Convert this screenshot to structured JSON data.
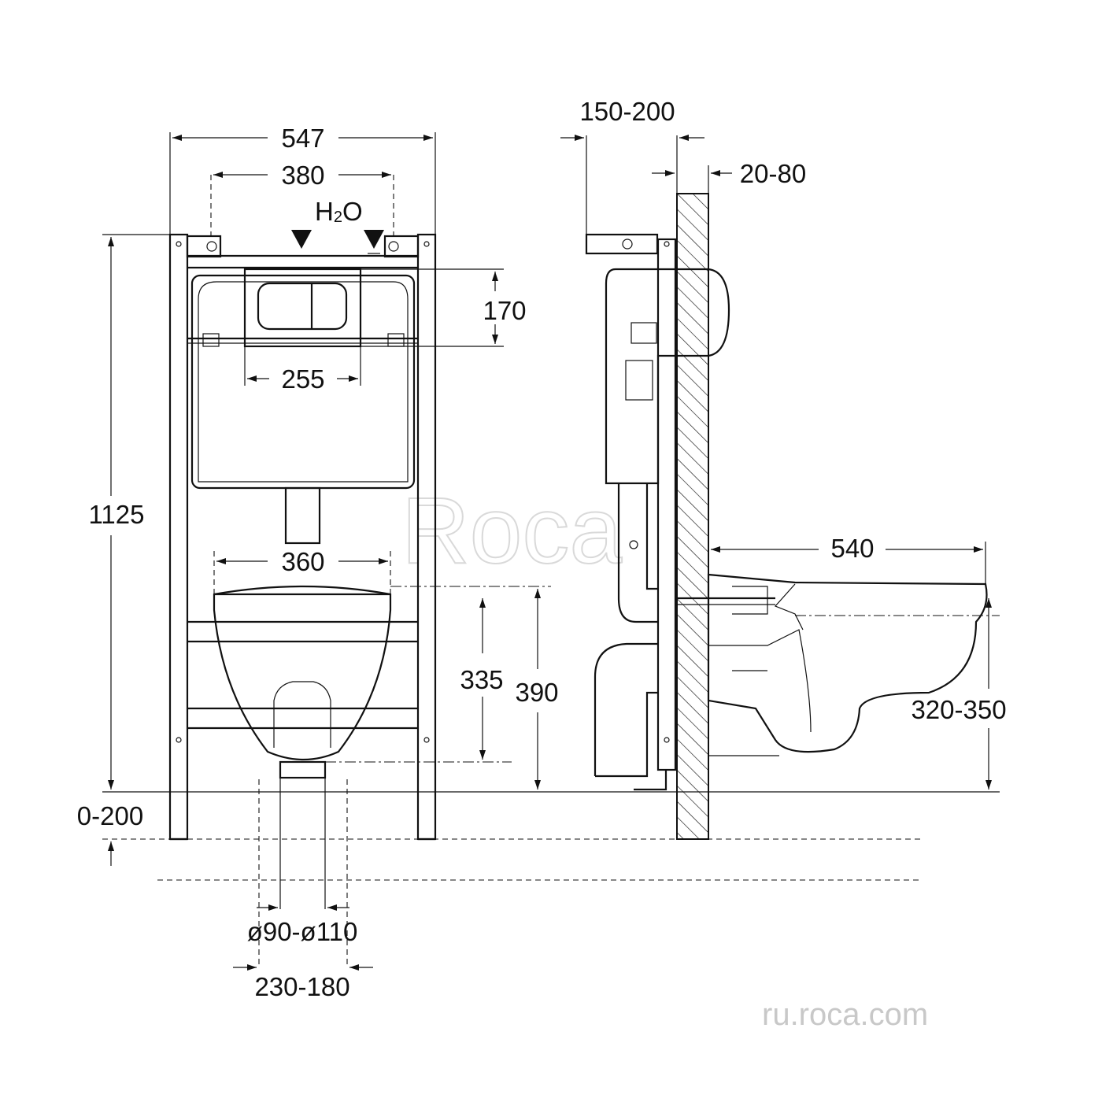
{
  "front_view": {
    "width_total": "547",
    "width_mount": "380",
    "water_label_main": "H",
    "water_label_sub": "2",
    "water_label_end": "O",
    "height_total": "1125",
    "plate_height": "170",
    "plate_width": "255",
    "bowl_width": "360",
    "height_335": "335",
    "height_390": "390",
    "floor_adjust": "0-200",
    "pipe_diameter": "ø90-ø110",
    "pipe_offset": "230-180"
  },
  "side_view": {
    "frame_depth": "150-200",
    "wall_gap": "20-80",
    "bowl_length": "540",
    "seat_height": "320-350"
  },
  "watermark": {
    "brand": "Roca",
    "url": "ru.roca.com"
  }
}
